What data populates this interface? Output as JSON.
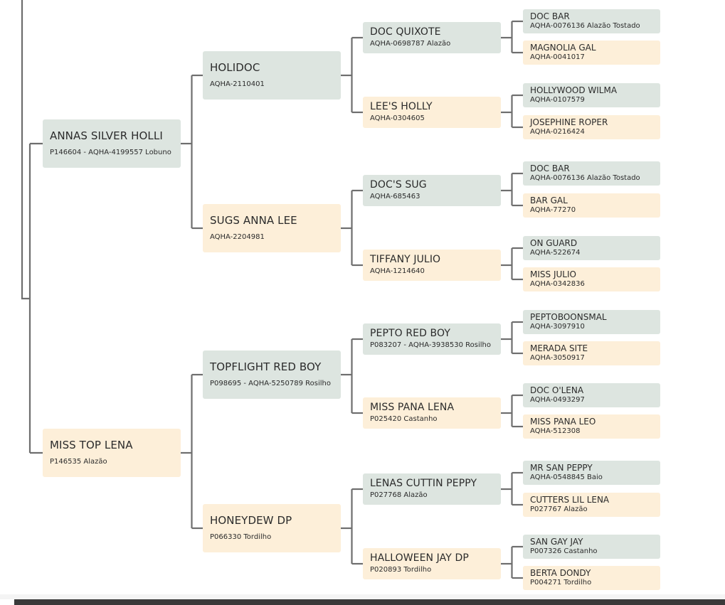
{
  "pedigree": {
    "sire": {
      "name": "ANNAS SILVER HOLLI",
      "reg": "P146604 - AQHA-4199557 Lobuno",
      "sire": {
        "name": "HOLIDOC",
        "reg": "AQHA-2110401",
        "sire": {
          "name": "DOC QUIXOTE",
          "reg": "AQHA-0698787 Alazão",
          "sire": {
            "name": "DOC BAR",
            "reg": "AQHA-0076136 Alazão Tostado"
          },
          "dam": {
            "name": "MAGNOLIA GAL",
            "reg": "AQHA-0041017"
          }
        },
        "dam": {
          "name": "LEE'S HOLLY",
          "reg": "AQHA-0304605",
          "sire": {
            "name": "HOLLYWOOD WILMA",
            "reg": "AQHA-0107579"
          },
          "dam": {
            "name": "JOSEPHINE ROPER",
            "reg": "AQHA-0216424"
          }
        }
      },
      "dam": {
        "name": "SUGS ANNA LEE",
        "reg": "AQHA-2204981",
        "sire": {
          "name": "DOC'S SUG",
          "reg": "AQHA-685463",
          "sire": {
            "name": "DOC BAR",
            "reg": "AQHA-0076136 Alazão Tostado"
          },
          "dam": {
            "name": "BAR GAL",
            "reg": "AQHA-77270"
          }
        },
        "dam": {
          "name": "TIFFANY JULIO",
          "reg": "AQHA-1214640",
          "sire": {
            "name": "ON GUARD",
            "reg": "AQHA-522674"
          },
          "dam": {
            "name": "MISS JULIO",
            "reg": "AQHA-0342836"
          }
        }
      }
    },
    "dam": {
      "name": "MISS TOP LENA",
      "reg": "P146535 Alazão",
      "sire": {
        "name": "TOPFLIGHT RED BOY",
        "reg": "P098695 - AQHA-5250789 Rosilho",
        "sire": {
          "name": "PEPTO RED BOY",
          "reg": "P083207 - AQHA-3938530 Rosilho",
          "sire": {
            "name": "PEPTOBOONSMAL",
            "reg": "AQHA-3097910"
          },
          "dam": {
            "name": "MERADA SITE",
            "reg": "AQHA-3050917"
          }
        },
        "dam": {
          "name": "MISS PANA LENA",
          "reg": "P025420 Castanho",
          "sire": {
            "name": "DOC O'LENA",
            "reg": "AQHA-0493297"
          },
          "dam": {
            "name": "MISS PANA LEO",
            "reg": "AQHA-512308"
          }
        }
      },
      "dam": {
        "name": "HONEYDEW DP",
        "reg": "P066330 Tordilho",
        "sire": {
          "name": "LENAS CUTTIN PEPPY",
          "reg": "P027768 Alazão",
          "sire": {
            "name": "MR SAN PEPPY",
            "reg": "AQHA-0548845 Baio"
          },
          "dam": {
            "name": "CUTTERS LIL LENA",
            "reg": "P027767 Alazão"
          }
        },
        "dam": {
          "name": "HALLOWEEN JAY DP",
          "reg": "P020893 Tordilho",
          "sire": {
            "name": "SAN GAY JAY",
            "reg": "P007326 Castanho"
          },
          "dam": {
            "name": "BERTA DONDY",
            "reg": "P004271 Tordilho"
          }
        }
      }
    }
  },
  "colors": {
    "sire_box": "#dde5e0",
    "dam_box": "#fdefd9",
    "connector": "#6e6e6e",
    "text": "#2b2b2b"
  }
}
